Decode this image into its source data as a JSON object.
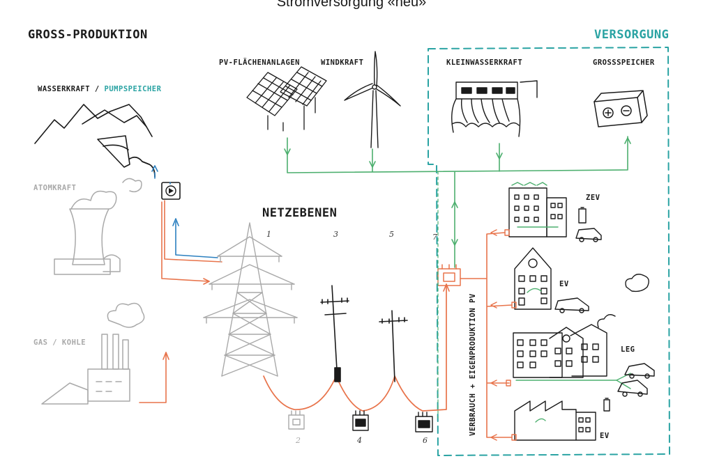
{
  "title": "Stromversorgung «neu»",
  "sections": {
    "gross_produktion": "GROSS-PRODUKTION",
    "versorgung": "VERSORGUNG",
    "netzebenen": "NETZEBENEN"
  },
  "sources": {
    "wasserkraft": "WASSERKRAFT",
    "slash": "/",
    "pumpspeicher": "PUMPSPEICHER",
    "atomkraft": "ATOMKRAFT",
    "gas_kohle": "GAS / KOHLE",
    "pv": "PV-FLÄCHENANLAGEN",
    "windkraft": "WINDKRAFT",
    "kleinwasserkraft": "KLEINWASSERKRAFT",
    "grossspeicher": "GROSSSPEICHER"
  },
  "levels": {
    "top": [
      "1",
      "3",
      "5",
      "7"
    ],
    "bottom": [
      "2",
      "4",
      "6"
    ]
  },
  "consumers": {
    "zev": "ZEV",
    "ev1": "EV",
    "leg": "LEG",
    "ev2": "EV"
  },
  "vertical_label": "VERBRAUCH + EIGENPRODUKTION PV",
  "colors": {
    "orange": "#e8734a",
    "green": "#4caf6e",
    "teal": "#2aa3a3",
    "blue": "#2a7fbf",
    "grey": "#a9a9a9",
    "ink": "#1a1a1a"
  }
}
